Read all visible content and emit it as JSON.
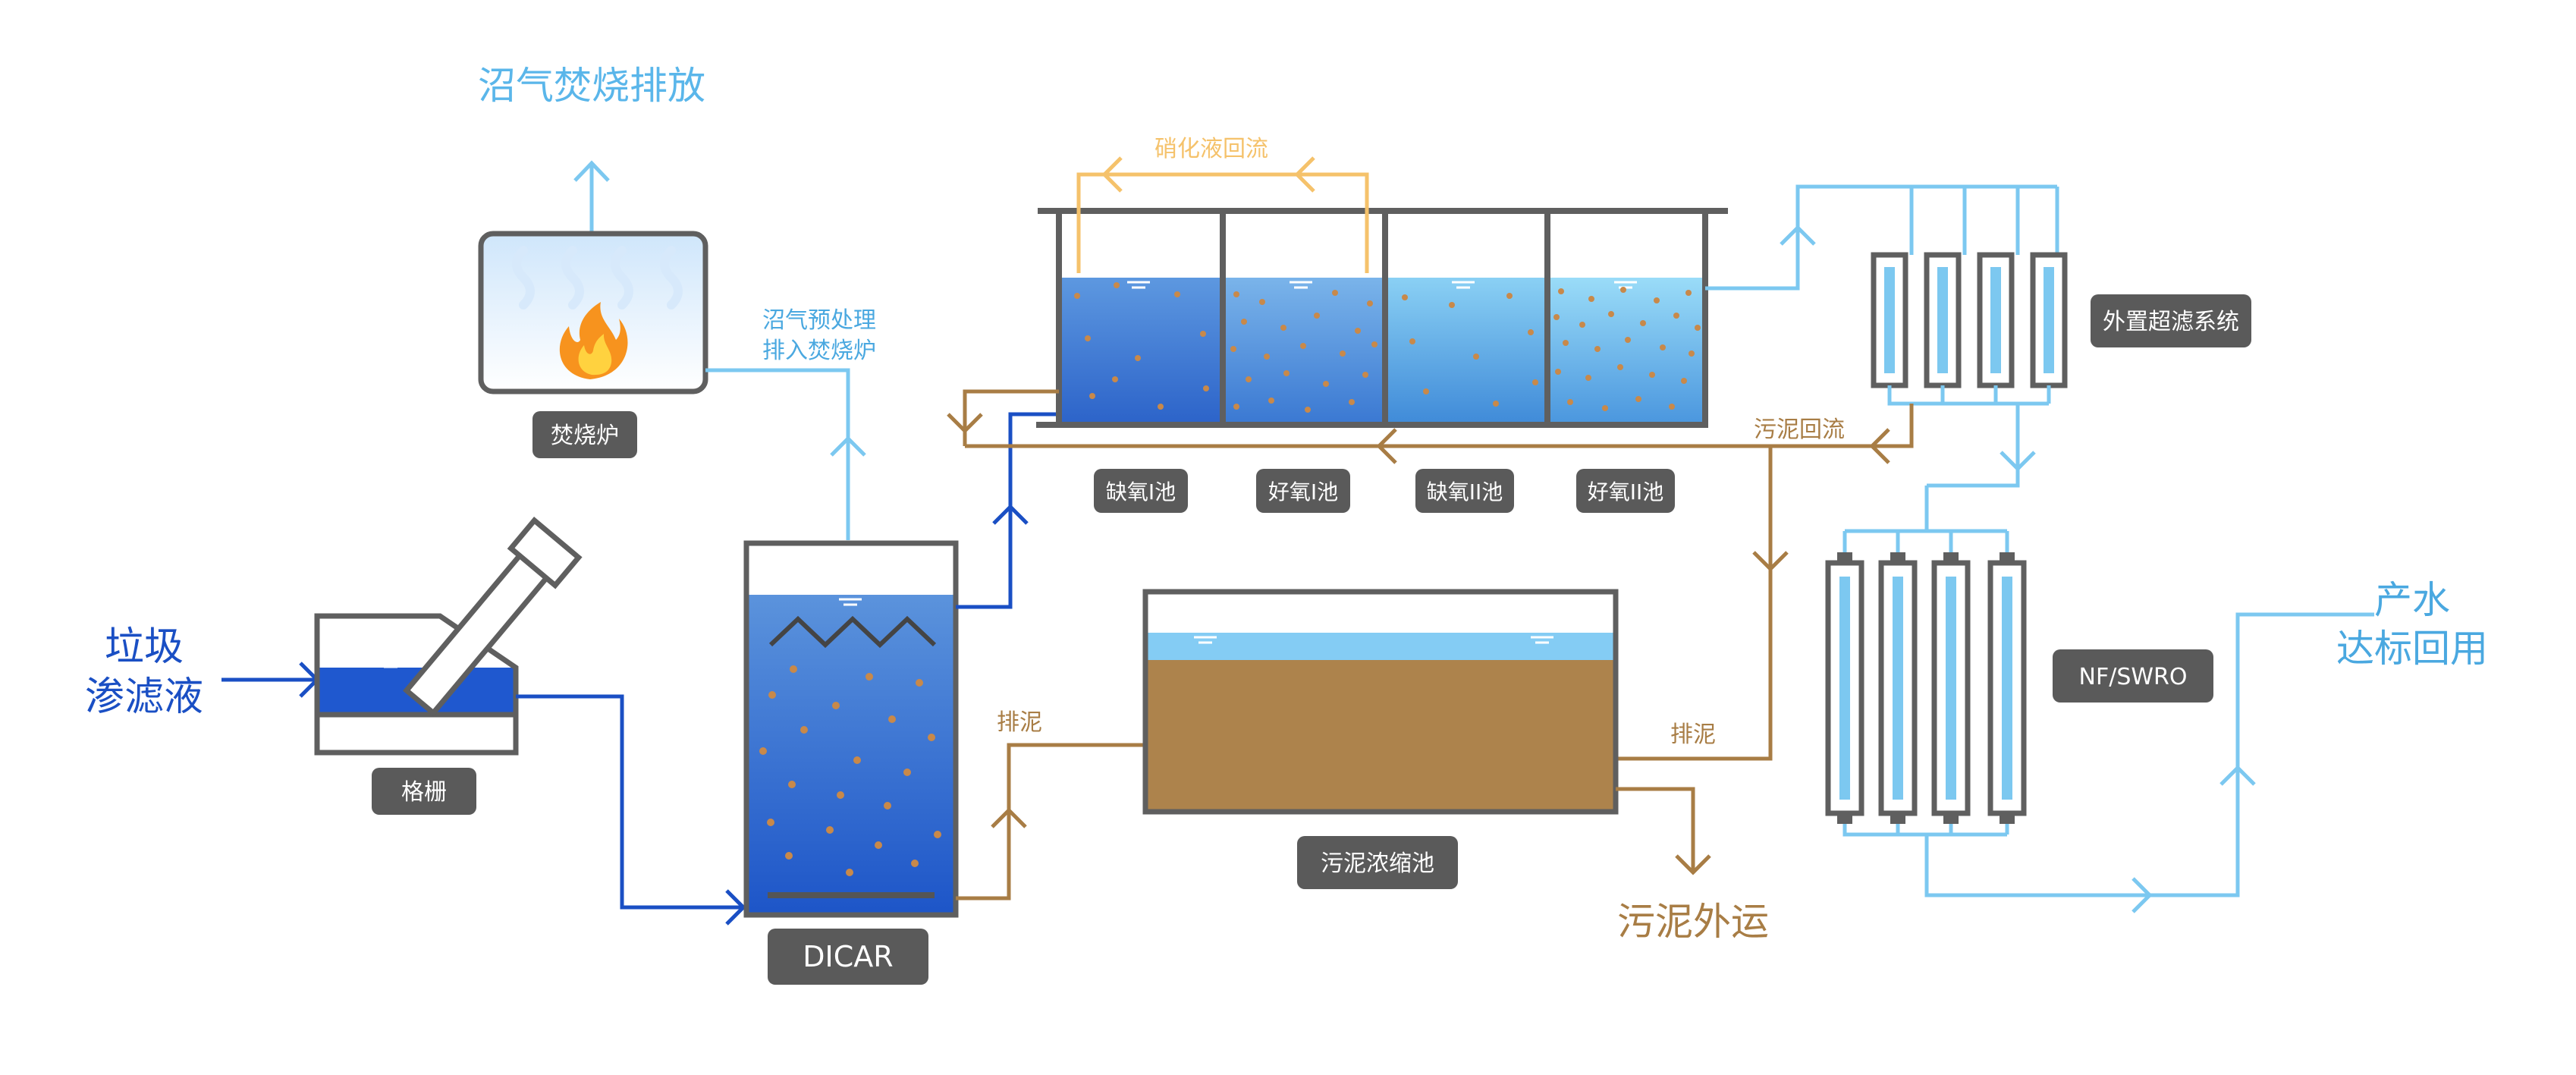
{
  "colors": {
    "inlet_blue": "#1a4fc4",
    "light_blue": "#7cc8f0",
    "sludge_brown": "#a87d45",
    "nitrification_orange": "#f5c26b",
    "structure_gray": "#5f5f5f",
    "label_bg": "#5a5a5a",
    "label_text": "#ffffff",
    "fire": "#f7931e"
  },
  "labels": {
    "biogas_discharge": "沼气焚烧排放",
    "incinerator": "焚烧炉",
    "biogas_pretreat_line1": "沼气预处理",
    "biogas_pretreat_line2": "排入焚烧炉",
    "leachate_line1": "垃圾",
    "leachate_line2": "渗滤液",
    "screen": "格栅",
    "dicar": "DICAR",
    "nitrate_return": "硝化液回流",
    "anoxic1": "缺氧I池",
    "aerobic1": "好氧I池",
    "anoxic2": "缺氧II池",
    "aerobic2": "好氧II池",
    "sludge_return": "污泥回流",
    "external_uf": "外置超滤系统",
    "sludge_discharge_1": "排泥",
    "sludge_discharge_2": "排泥",
    "thickener": "污泥浓缩池",
    "sludge_out": "污泥外运",
    "nf_swro": "NF/SWRO",
    "product_line1": "产水",
    "product_line2": "达标回用"
  },
  "icons": [
    "flame-icon",
    "steam-icon",
    "water-level-icon",
    "membrane-module-icon"
  ]
}
